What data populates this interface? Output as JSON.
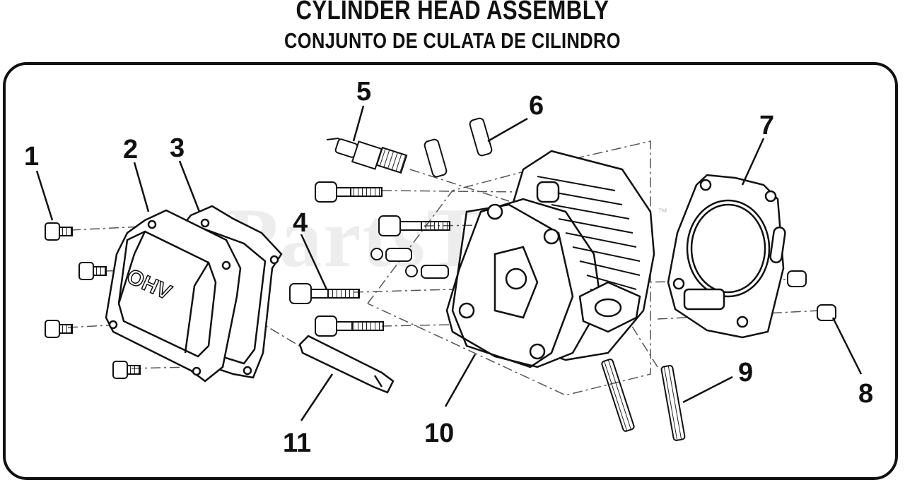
{
  "title": "CYLINDER HEAD ASSEMBLY",
  "subtitle": "CONJUNTO DE CULATA DE CILINDRO",
  "watermark": "PartsTree",
  "watermark_tm": "™",
  "cover_emboss": "OHV",
  "callouts": [
    "1",
    "2",
    "3",
    "4",
    "5",
    "6",
    "7",
    "8",
    "9",
    "10",
    "11"
  ]
}
